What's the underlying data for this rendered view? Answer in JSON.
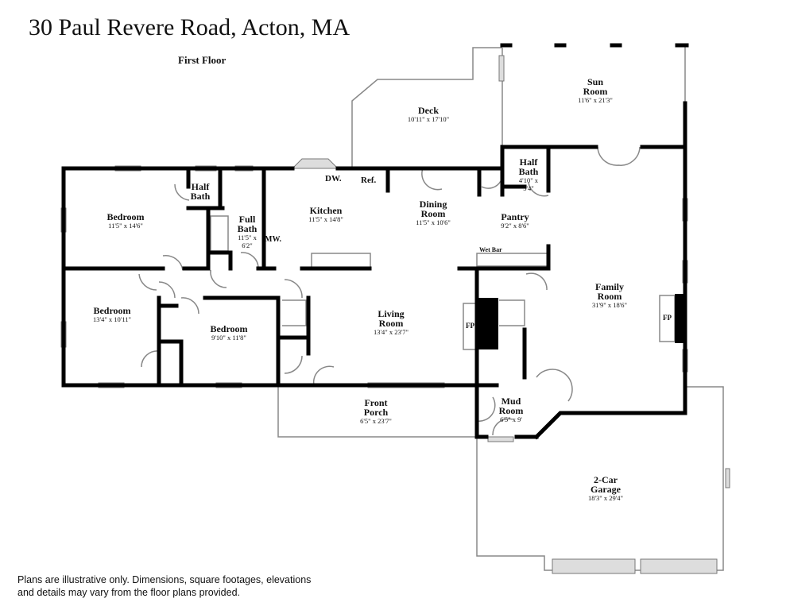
{
  "title": "30 Paul Revere Road, Acton, MA",
  "floor_label": "First Floor",
  "disclaimer": "Plans are illustrative only. Dimensions, square footages, elevations and details may vary from the floor plans provided.",
  "rooms": [
    {
      "name": "Bedroom",
      "dims": "11'5\" x 14'6\""
    },
    {
      "name": "Half Bath",
      "dims": ""
    },
    {
      "name": "Full Bath",
      "dims": "11'5\" x 6'2\""
    },
    {
      "name": "Kitchen",
      "dims": "11'5\" x 14'8\""
    },
    {
      "name": "Dining Room",
      "dims": "11'5\" x 10'6\""
    },
    {
      "name": "Deck",
      "dims": "10'11\" x 17'10\""
    },
    {
      "name": "Sun Room",
      "dims": "11'6\" x 21'3\""
    },
    {
      "name": "Half Bath",
      "dims": "4'10\" x 5'4\""
    },
    {
      "name": "Pantry",
      "dims": "9'2\" x 8'6\""
    },
    {
      "name": "Family Room",
      "dims": "31'9\" x 18'6\""
    },
    {
      "name": "Bedroom",
      "dims": "13'4\" x 10'11\""
    },
    {
      "name": "Bedroom",
      "dims": "9'10\" x 11'8\""
    },
    {
      "name": "Living Room",
      "dims": "13'4\" x 23'7\""
    },
    {
      "name": "Front Porch",
      "dims": "6'5\" x 23'7\""
    },
    {
      "name": "Mud Room",
      "dims": "6'5\" x 9'"
    },
    {
      "name": "2-Car Garage",
      "dims": "18'3\" x 29'4\""
    }
  ],
  "fixtures": {
    "dw": "DW.",
    "ref": "Ref.",
    "mw": "MW.",
    "wet_bar": "Wet Bar",
    "fp": "FP"
  }
}
